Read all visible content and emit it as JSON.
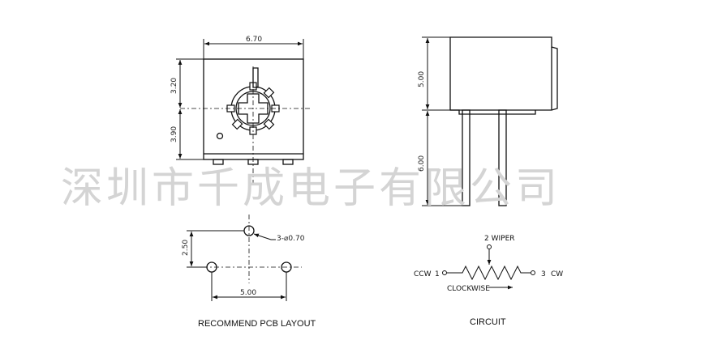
{
  "front_view": {
    "width_dim": "6.70",
    "top_height_dim": "3.20",
    "bottom_height_dim": "3.90"
  },
  "side_view": {
    "body_height_dim": "5.00",
    "pin_length_dim": "6.00"
  },
  "pcb_layout": {
    "hole_callout": "3-⌀0.70",
    "vertical_dim": "2.50",
    "horizontal_dim": "5.00",
    "caption": "RECOMMEND PCB LAYOUT"
  },
  "circuit": {
    "wiper_label": "2 WIPER",
    "ccw_label": "CCW",
    "ccw_pin": "1",
    "cw_pin": "3",
    "cw_label": "CW",
    "direction_label": "CLOCKWISE",
    "caption": "CIRCUIT"
  },
  "watermark": "深圳市千成电子有限公司"
}
